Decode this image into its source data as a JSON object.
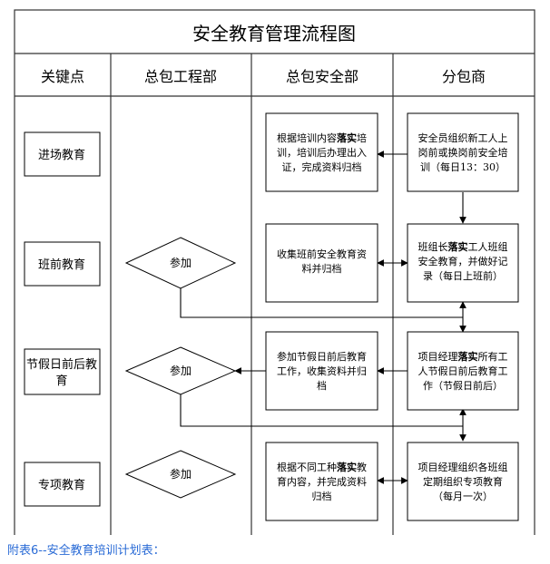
{
  "title": "安全教育管理流程图",
  "columns": [
    "关键点",
    "总包工程部",
    "总包安全部",
    "分包商"
  ],
  "key_points": [
    "进场教育",
    "班前教育",
    [
      "节假日前后教",
      "育"
    ],
    "专项教育"
  ],
  "diamond_label": "参加",
  "safety_boxes": [
    [
      [
        {
          "t": "根据培训内容"
        },
        {
          "t": "落实",
          "b": true
        },
        {
          "t": "培"
        }
      ],
      [
        {
          "t": "训，培训后办理出入"
        }
      ],
      [
        {
          "t": "证，完成资料归档"
        }
      ]
    ],
    [
      [
        {
          "t": "收集班前安全教育资"
        }
      ],
      [
        {
          "t": "料并归档"
        }
      ]
    ],
    [
      [
        {
          "t": "参加节假日前后教育"
        }
      ],
      [
        {
          "t": "工作，收集资料并归"
        }
      ],
      [
        {
          "t": "档"
        }
      ]
    ],
    [
      [
        {
          "t": "根据不同工种"
        },
        {
          "t": "落实",
          "b": true
        },
        {
          "t": "教"
        }
      ],
      [
        {
          "t": "育内容，并完成资料"
        }
      ],
      [
        {
          "t": "归档"
        }
      ]
    ]
  ],
  "sub_boxes": [
    [
      [
        {
          "t": "安全员组织新工人上"
        }
      ],
      [
        {
          "t": "岗前或换岗前安全培"
        }
      ],
      [
        {
          "t": "训（每日13：30）"
        }
      ]
    ],
    [
      [
        {
          "t": "班组长"
        },
        {
          "t": "落实",
          "b": true
        },
        {
          "t": "工人班组"
        }
      ],
      [
        {
          "t": "安全教育，并做好记"
        }
      ],
      [
        {
          "t": "录（每日上班前）"
        }
      ]
    ],
    [
      [
        {
          "t": "项目经理"
        },
        {
          "t": "落实",
          "b": true
        },
        {
          "t": "所有工"
        }
      ],
      [
        {
          "t": "人节假日前后教育工"
        }
      ],
      [
        {
          "t": "作（节假日前后）"
        }
      ]
    ],
    [
      [
        {
          "t": "项目经理组织各班组"
        }
      ],
      [
        {
          "t": "定期组织专项教育"
        }
      ],
      [
        {
          "t": "（每月一次）"
        }
      ]
    ]
  ],
  "caption": "附表6--安全教育培训计划表："
}
